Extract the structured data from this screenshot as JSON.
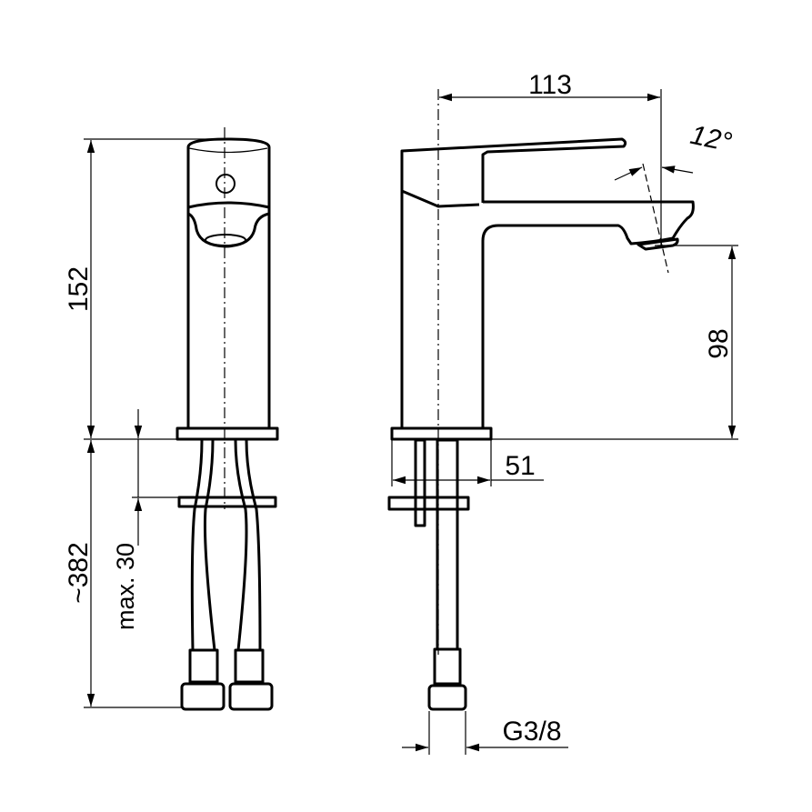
{
  "drawing": {
    "front_view": {
      "height_label": "152",
      "hose_length_label": "~382",
      "max_thickness_label": "max. 30"
    },
    "side_view": {
      "reach_label": "113",
      "angle_label": "12°",
      "spout_height_label": "98",
      "base_diameter_label": "51",
      "thread_label": "G3/8"
    }
  }
}
